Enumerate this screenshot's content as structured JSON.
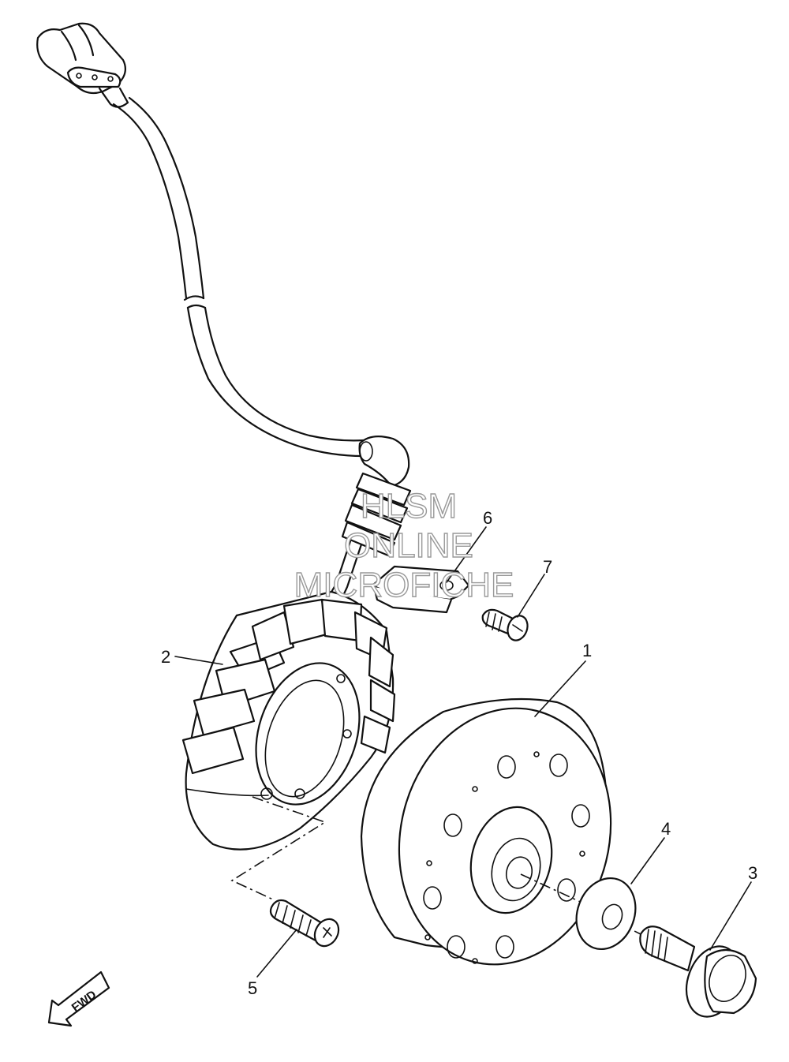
{
  "callouts": {
    "c1": "1",
    "c2": "2",
    "c3": "3",
    "c4": "4",
    "c5": "5",
    "c6": "6",
    "c7": "7"
  },
  "direction": {
    "label": "FWD"
  },
  "watermark": {
    "line1": "HLSM",
    "line2": "ONLINE",
    "line3": "MICROFICHE"
  }
}
